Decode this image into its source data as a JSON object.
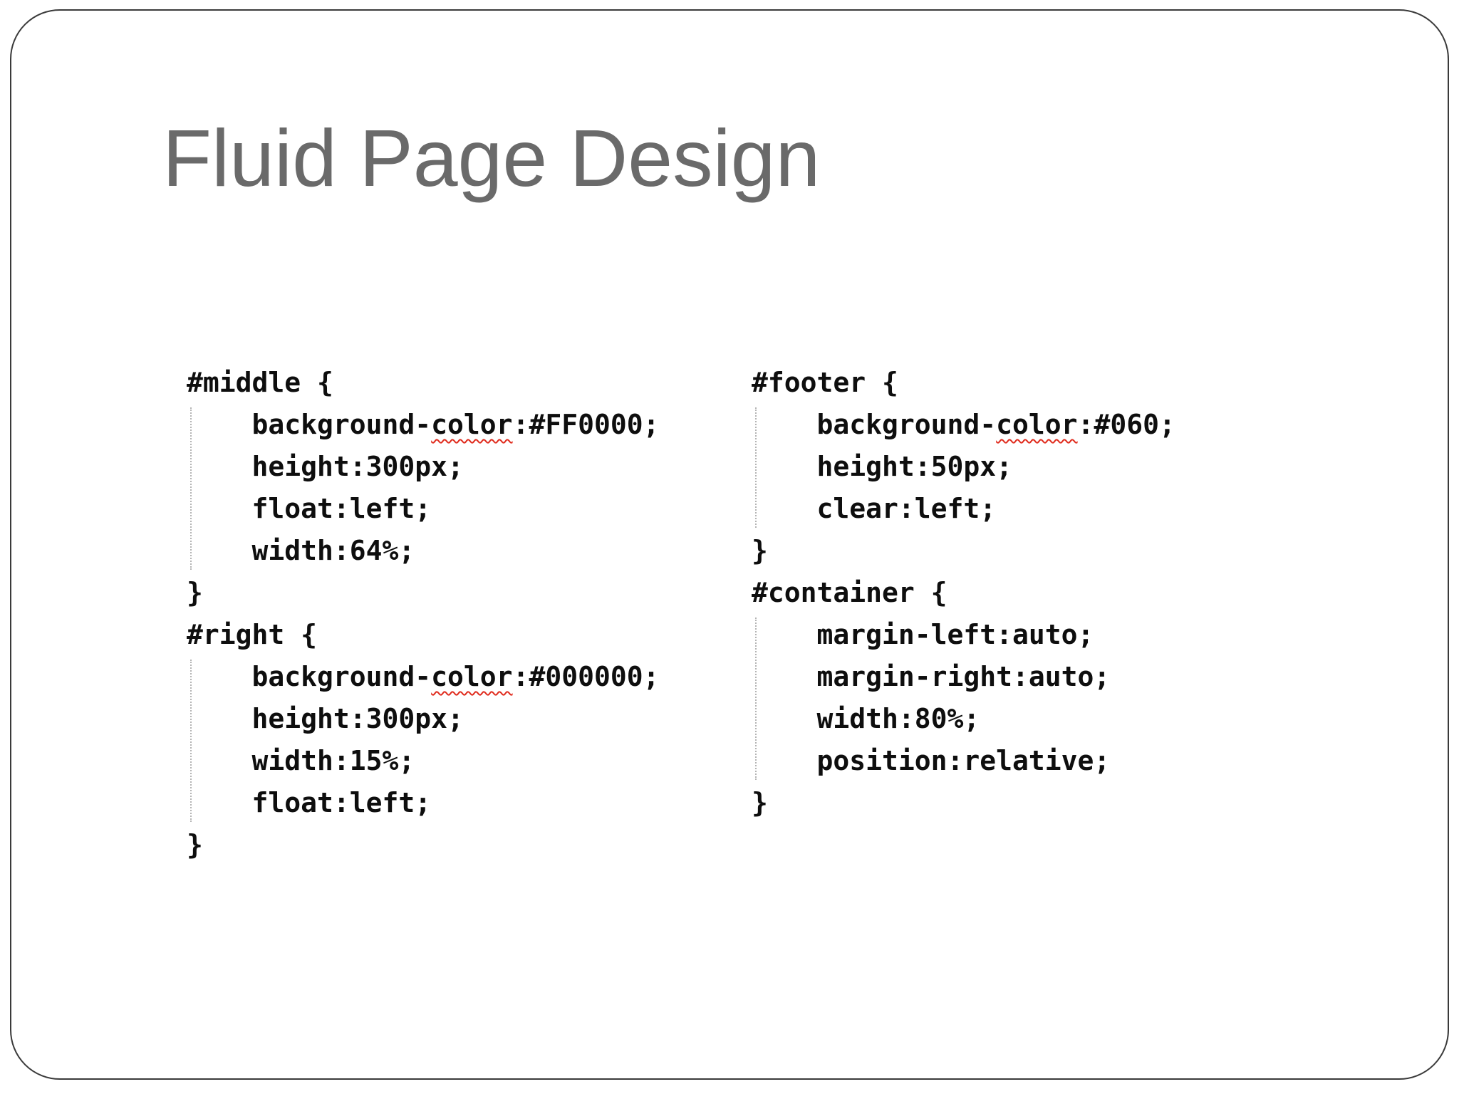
{
  "slide": {
    "title": "Fluid Page Design"
  },
  "colors": {
    "background": "#ffffff",
    "border": "#3a3a3a",
    "title_text": "#6a6a6a",
    "code_text": "#0e0e0e",
    "spellcheck_squiggle": "#e02b1d",
    "indent_guide": "#b5b5b5",
    "css_values_mentioned": [
      "#FF0000",
      "#000000",
      "#060"
    ]
  },
  "code": {
    "columns": [
      {
        "name": "left",
        "blocks": [
          {
            "lines": [
              {
                "pre": "#middle {"
              },
              {
                "pre": "    background-",
                "wavy": "color",
                "post": ":#FF0000;"
              },
              {
                "pre": "    height:300px;"
              },
              {
                "pre": "    float:left;"
              },
              {
                "pre": "    width:64%;"
              },
              {
                "pre": "}"
              }
            ]
          },
          {
            "lines": [
              {
                "pre": "#right {"
              },
              {
                "pre": "    background-",
                "wavy": "color",
                "post": ":#000000;"
              },
              {
                "pre": "    height:300px;"
              },
              {
                "pre": "    width:15%;"
              },
              {
                "pre": "    float:left;"
              },
              {
                "pre": "}"
              }
            ]
          }
        ]
      },
      {
        "name": "right",
        "blocks": [
          {
            "lines": [
              {
                "pre": "#footer {"
              },
              {
                "pre": "    background-",
                "wavy": "color",
                "post": ":#060;"
              },
              {
                "pre": "    height:50px;"
              },
              {
                "pre": "    clear:left;"
              },
              {
                "pre": "}"
              }
            ]
          },
          {
            "lines": [
              {
                "pre": "#container {"
              },
              {
                "pre": "    margin-left:auto;"
              },
              {
                "pre": "    margin-right:auto;"
              },
              {
                "pre": "    width:80%;"
              },
              {
                "pre": "    position:relative;"
              },
              {
                "pre": "}"
              }
            ]
          }
        ]
      }
    ]
  }
}
